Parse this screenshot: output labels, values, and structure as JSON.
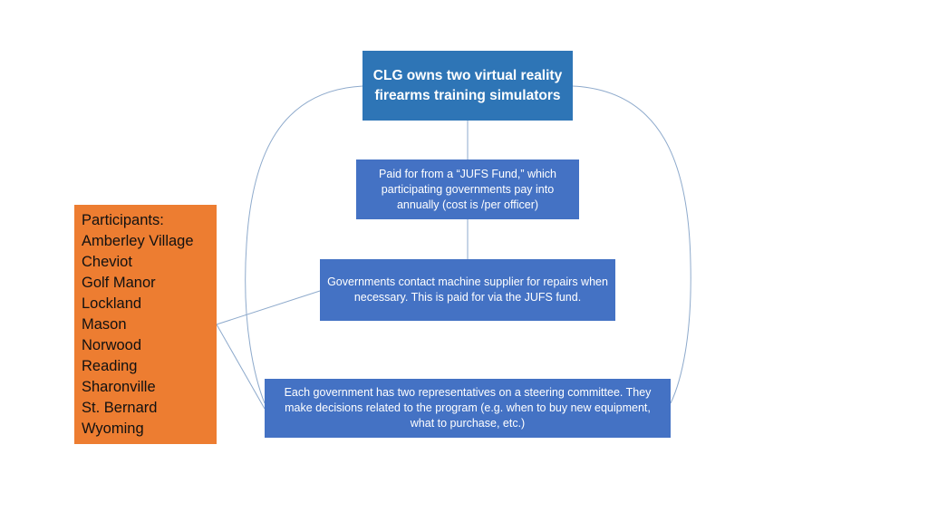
{
  "diagram": {
    "nodes": {
      "top": {
        "text": "CLG owns two virtual reality firearms training simulators"
      },
      "fund": {
        "text": "Paid for from a “JUFS Fund,” which participating governments pay into annually (cost is /per officer)"
      },
      "repair": {
        "text": "Governments contact machine supplier for repairs when necessary.  This is paid for via the JUFS fund."
      },
      "steering": {
        "text": "Each government has two representatives on a steering committee.  They make decisions related to the program (e.g. when to buy new equipment, what to purchase, etc.)"
      },
      "participants": {
        "heading": "Participants:",
        "items": [
          "Amberley Village",
          "Cheviot",
          "Golf Manor",
          "Lockland",
          "Mason",
          "Norwood",
          "Reading",
          "Sharonville",
          "St. Bernard",
          "Wyoming"
        ]
      }
    },
    "edges": [
      {
        "from": "top",
        "to": "fund"
      },
      {
        "from": "fund",
        "to": "repair"
      },
      {
        "from": "participants",
        "to": "repair"
      },
      {
        "from": "participants",
        "to": "steering"
      },
      {
        "from": "top",
        "to": "steering",
        "side": "left"
      },
      {
        "from": "top",
        "to": "steering",
        "side": "right"
      }
    ],
    "colors": {
      "top_box": "#2e75b6",
      "blue_box": "#4472c4",
      "participants_box": "#ed7d31",
      "connector": "#8eaacc"
    }
  }
}
